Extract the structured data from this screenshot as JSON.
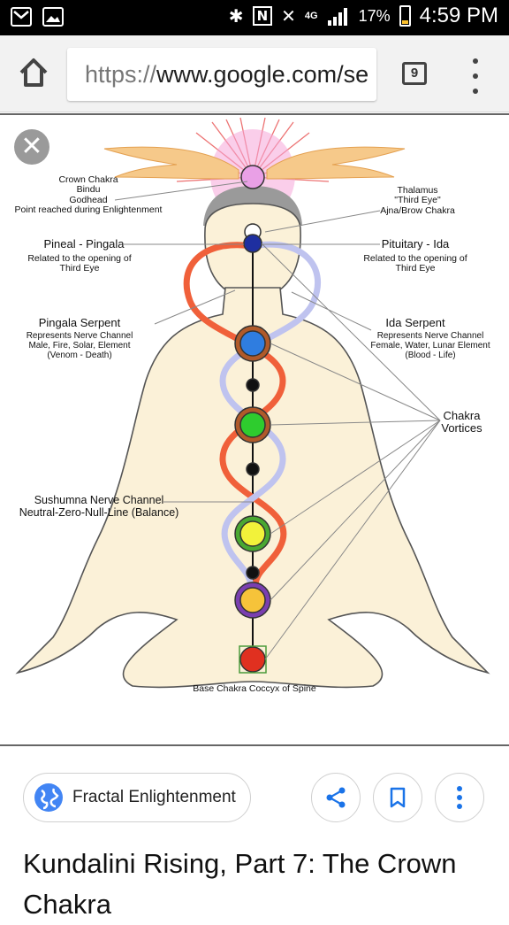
{
  "status_bar": {
    "battery": "17%",
    "time": "4:59 PM",
    "network": "4G"
  },
  "browser": {
    "url_scheme": "https://",
    "url_rest": "www.google.com/se",
    "tab_count": "9"
  },
  "image": {
    "labels": {
      "crown": "Crown Chakra\nBindu\nGodhead\nPoint reached during Enlightenment",
      "thalamus": "Thalamus\n\"Third Eye\"\nAjna/Brow Chakra",
      "pineal": "Pineal - Pingala",
      "pineal_sub": "Related to the opening of\nThird Eye",
      "pituitary": "Pituitary - Ida",
      "pituitary_sub": "Related to the opening of\nThird Eye",
      "pingala": "Pingala Serpent",
      "pingala_sub": "Represents Nerve Channel\nMale, Fire, Solar, Element\n(Venom - Death)",
      "ida": "Ida Serpent",
      "ida_sub": "Represents Nerve Channel\nFemale, Water, Lunar Element\n(Blood - Life)",
      "vortices": "Chakra\nVortices",
      "sushumna": "Sushumna Nerve Channel\nNeutral-Zero-Null-Line (Balance)",
      "base": "Base Chakra Coccyx of Spine"
    },
    "chakra_colors": [
      "#e03020",
      "#7a3fb0",
      "#f6c33a",
      "#f2f23a",
      "#2ecc2e",
      "#2f7de0",
      "#1e2fa0",
      "#e9a0e6"
    ]
  },
  "result": {
    "source": "Fractal Enlightenment",
    "title": "Kundalini Rising, Part 7: The Crown Chakra"
  }
}
